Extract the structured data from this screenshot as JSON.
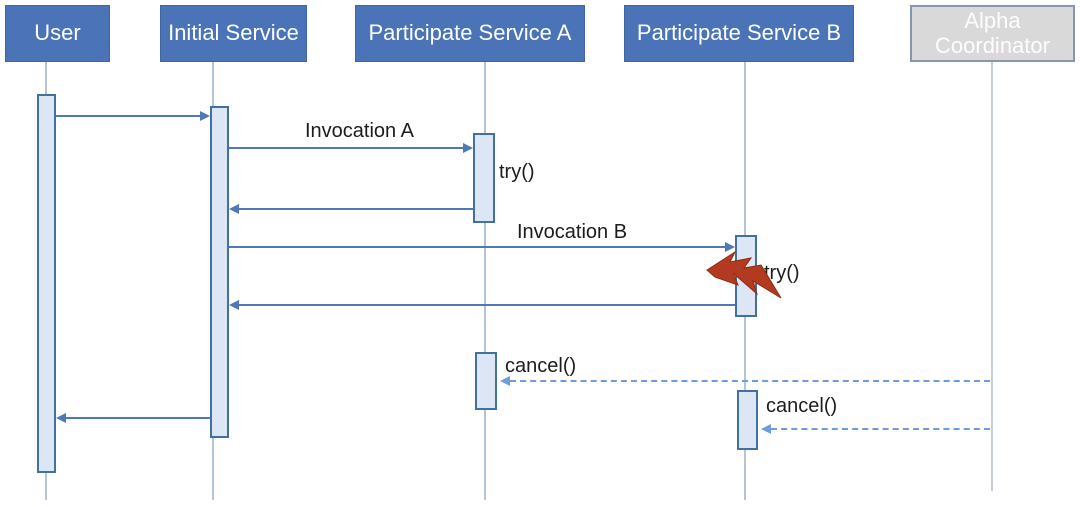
{
  "diagram": {
    "type": "uml-sequence-diagram",
    "participants": [
      {
        "id": "user",
        "label": "User",
        "variant": "active"
      },
      {
        "id": "initial-service",
        "label": "Initial Service",
        "variant": "active"
      },
      {
        "id": "participate-service-a",
        "label": "Participate Service A",
        "variant": "active"
      },
      {
        "id": "participate-service-b",
        "label": "Participate Service B",
        "variant": "active"
      },
      {
        "id": "alpha-coordinator",
        "label": "Alpha Coordinator",
        "variant": "inactive"
      }
    ],
    "messages": [
      {
        "from": "user",
        "to": "initial-service",
        "label": "",
        "style": "solid"
      },
      {
        "from": "initial-service",
        "to": "participate-service-a",
        "label": "Invocation A",
        "style": "solid"
      },
      {
        "from": "participate-service-a",
        "to": "initial-service",
        "label": "",
        "style": "solid"
      },
      {
        "from": "initial-service",
        "to": "participate-service-b",
        "label": "Invocation B",
        "style": "solid"
      },
      {
        "from": "participate-service-b",
        "to": "initial-service",
        "label": "",
        "style": "solid"
      },
      {
        "from": "alpha-coordinator",
        "to": "participate-service-a",
        "label": "cancel()",
        "style": "dashed"
      },
      {
        "from": "alpha-coordinator",
        "to": "participate-service-b",
        "label": "cancel()",
        "style": "dashed"
      },
      {
        "from": "initial-service",
        "to": "user",
        "label": "",
        "style": "solid"
      }
    ],
    "activations": [
      {
        "participant": "user",
        "op": ""
      },
      {
        "participant": "initial-service",
        "op": ""
      },
      {
        "participant": "participate-service-a",
        "op": "try()"
      },
      {
        "participant": "participate-service-b",
        "op": "try()",
        "failure": true
      },
      {
        "participant": "participate-service-a",
        "op": ""
      },
      {
        "participant": "participate-service-b",
        "op": ""
      }
    ],
    "icons": [
      {
        "name": "failure-lightning-icon",
        "meaning": "fault during try() on Participate Service B",
        "color": "#b23a20"
      }
    ],
    "colors": {
      "participant_fill": "#4a73b8",
      "participant_text": "#ffffff",
      "coordinator_fill": "#d9d9d9",
      "coordinator_border": "#8496b0",
      "activation_fill": "#dce6f4",
      "activation_border": "#41719c",
      "solid_arrow": "#4e79b8",
      "dashed_arrow": "#6f9cda",
      "lifeline": "#b4c3da",
      "failure": "#b23a20",
      "label_text": "#1c1c1c"
    }
  }
}
